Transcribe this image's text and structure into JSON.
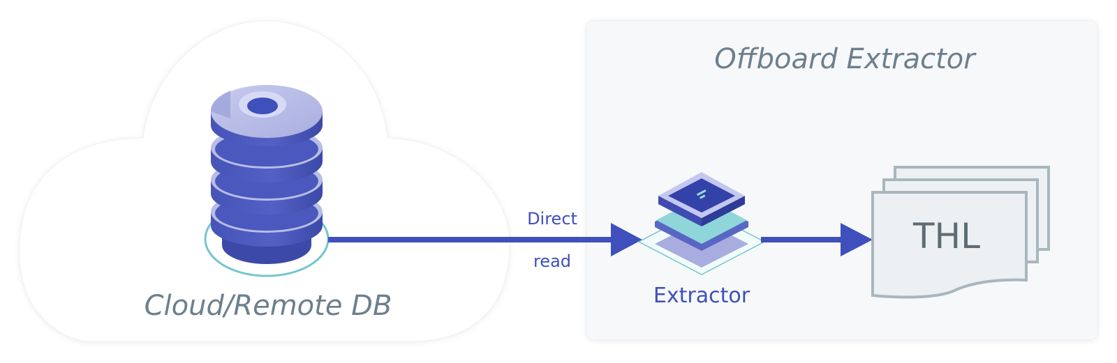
{
  "cloud": {
    "label": "Cloud/Remote DB"
  },
  "panel": {
    "title": "Offboard Extractor"
  },
  "connector": {
    "label_line1": "Direct",
    "label_line2": "read"
  },
  "extractor": {
    "label": "Extractor"
  },
  "output": {
    "label": "THL"
  },
  "colors": {
    "accent": "#3f4fbb",
    "accent_dark": "#2f3ea0",
    "db_light": "#b9bde6",
    "teal": "#73c6cc",
    "text_muted": "#6c7f8c",
    "panel_bg": "#f7f8fa",
    "doc_fill": "#ecf0f2",
    "doc_stroke": "#a9b6bd"
  }
}
